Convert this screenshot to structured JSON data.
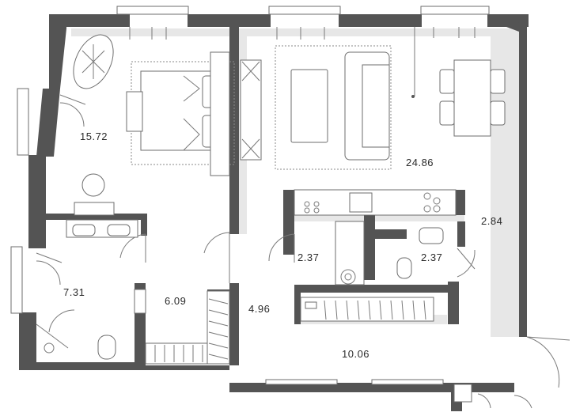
{
  "areas": [
    {
      "id": "bedroom",
      "value": "15.72"
    },
    {
      "id": "living",
      "value": "24.86"
    },
    {
      "id": "bath",
      "value": "7.31"
    },
    {
      "id": "hall",
      "value": "6.09"
    },
    {
      "id": "corridor",
      "value": "4.96"
    },
    {
      "id": "entrance",
      "value": "10.06"
    },
    {
      "id": "laundry",
      "value": "2.37"
    },
    {
      "id": "wc",
      "value": "2.37"
    },
    {
      "id": "storage",
      "value": "2.84"
    }
  ],
  "colors": {
    "wall": "#545454",
    "shadow": "#e7e7e7",
    "line": "#6e6e6e"
  }
}
